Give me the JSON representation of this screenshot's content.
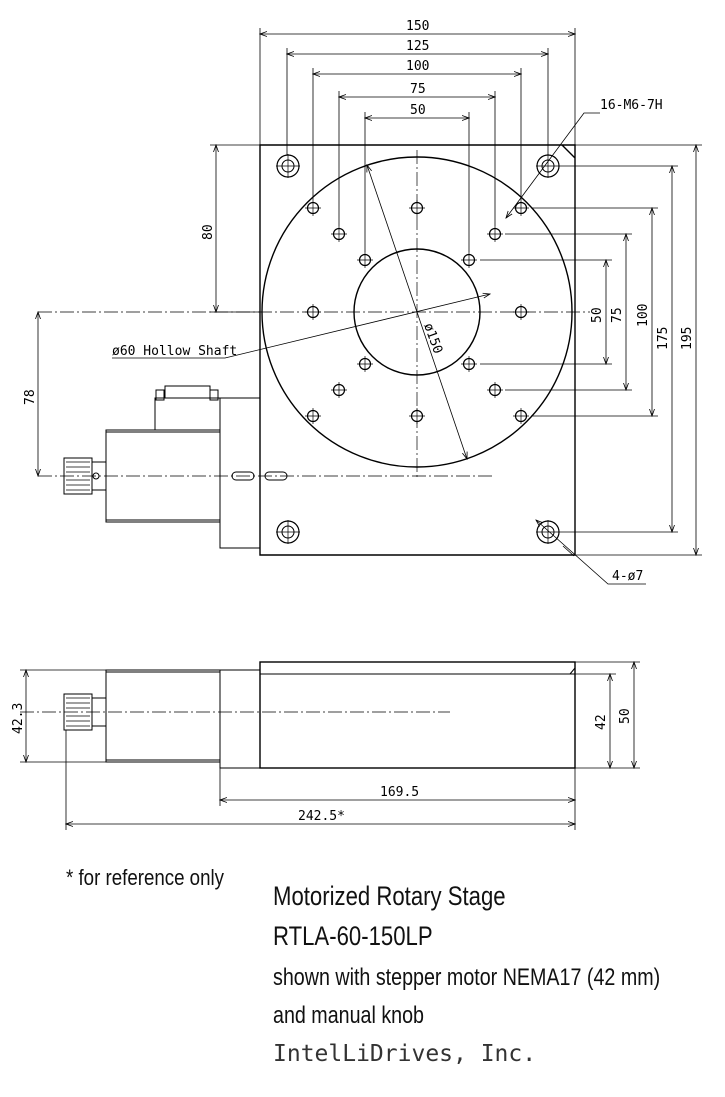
{
  "top_view": {
    "dims_horizontal": [
      "150",
      "125",
      "100",
      "75",
      "50"
    ],
    "dims_right": [
      "50",
      "75",
      "100",
      "175",
      "195"
    ],
    "dim_left_80": "80",
    "dim_left_78": "78",
    "callout_tapped_holes": "16-M6-7H",
    "callout_mount_holes": "4-ø7",
    "callout_hollow_shaft": "ø60 Hollow Shaft",
    "table_diameter": "ø150"
  },
  "side_view": {
    "dim_height_motor": "42.3",
    "dim_height_body": "42",
    "dim_height_total": "50",
    "dim_length_stage": "169.5",
    "dim_length_total": "242.5*"
  },
  "reference_note": "* for reference only",
  "title_block": {
    "line1": "Motorized Rotary Stage",
    "line2": "RTLA-60-150LP",
    "line3": "shown with stepper motor NEMA17 (42 mm)",
    "line4": "and manual knob",
    "company": "IntelLiDrives, Inc."
  }
}
